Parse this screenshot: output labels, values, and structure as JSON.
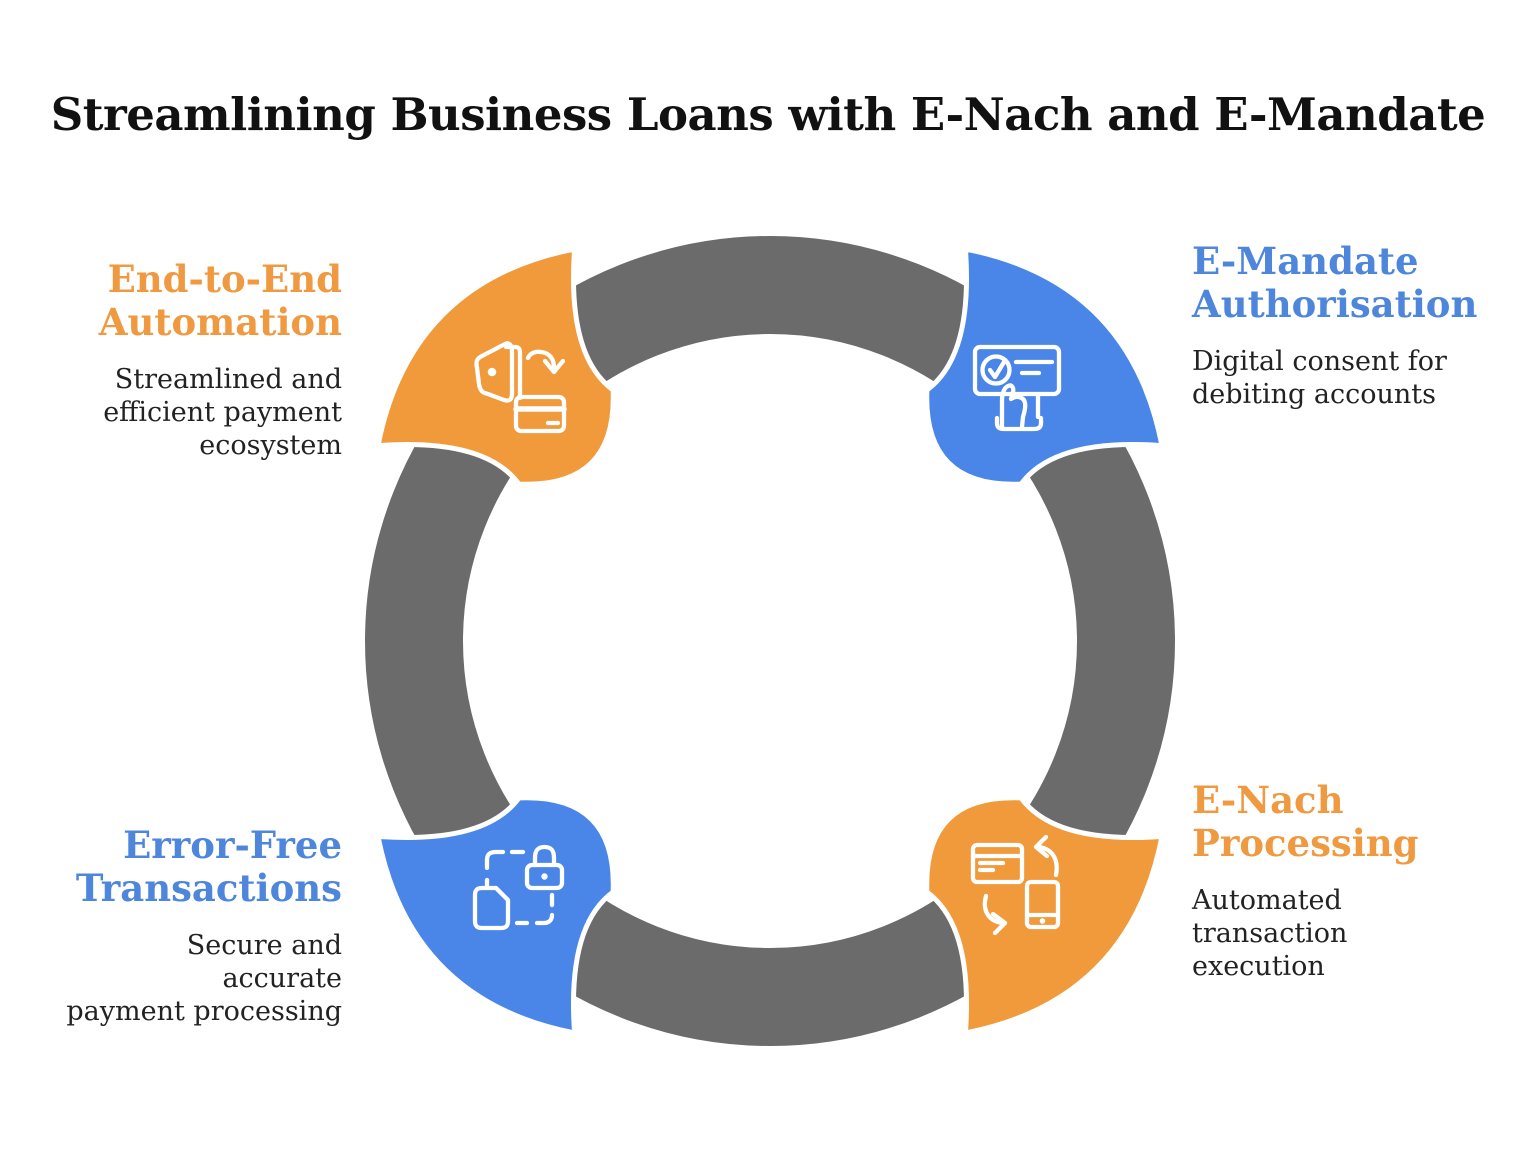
{
  "title": "Streamlining Business Loans with E-Nach and E-Mandate",
  "colors": {
    "title_text": "#111111",
    "body_text": "#222222",
    "ring_gray": "#6B6B6B",
    "orange_segment": "#F09A3C",
    "blue_segment": "#4A86E8",
    "orange_heading": "#EF9A40",
    "blue_heading": "#4E86DC",
    "icon_stroke": "#FFFFFF",
    "background": "#FFFFFF"
  },
  "diagram": {
    "type": "cycle",
    "segment_count": 4
  },
  "steps": [
    {
      "id": "end-to-end-automation",
      "label": "End-to-End Automation",
      "label_lines": [
        "End-to-End",
        "Automation"
      ],
      "description": "Streamlined and efficient payment ecosystem",
      "desc_lines": [
        "Streamlined and",
        "efficient payment",
        "ecosystem"
      ],
      "color": "orange",
      "icon": "wallet-to-card",
      "position": "top-left"
    },
    {
      "id": "e-mandate-authorisation",
      "label": "E-Mandate Authorisation",
      "label_lines": [
        "E-Mandate",
        "Authorisation"
      ],
      "description": "Digital consent for debiting accounts",
      "desc_lines": [
        "Digital consent for",
        "debiting accounts"
      ],
      "color": "blue",
      "icon": "consent-screen",
      "position": "top-right"
    },
    {
      "id": "e-nach-processing",
      "label": "E-Nach Processing",
      "label_lines": [
        "E-Nach",
        "Processing"
      ],
      "description": "Automated transaction execution",
      "desc_lines": [
        "Automated",
        "transaction",
        "execution"
      ],
      "color": "orange",
      "icon": "card-phone-sync",
      "position": "bottom-right"
    },
    {
      "id": "error-free-transactions",
      "label": "Error-Free Transactions",
      "label_lines": [
        "Error-Free",
        "Transactions"
      ],
      "description": "Secure and accurate payment processing",
      "desc_lines": [
        "Secure and accurate",
        "payment processing"
      ],
      "color": "blue",
      "icon": "secure-document",
      "position": "bottom-left"
    }
  ]
}
